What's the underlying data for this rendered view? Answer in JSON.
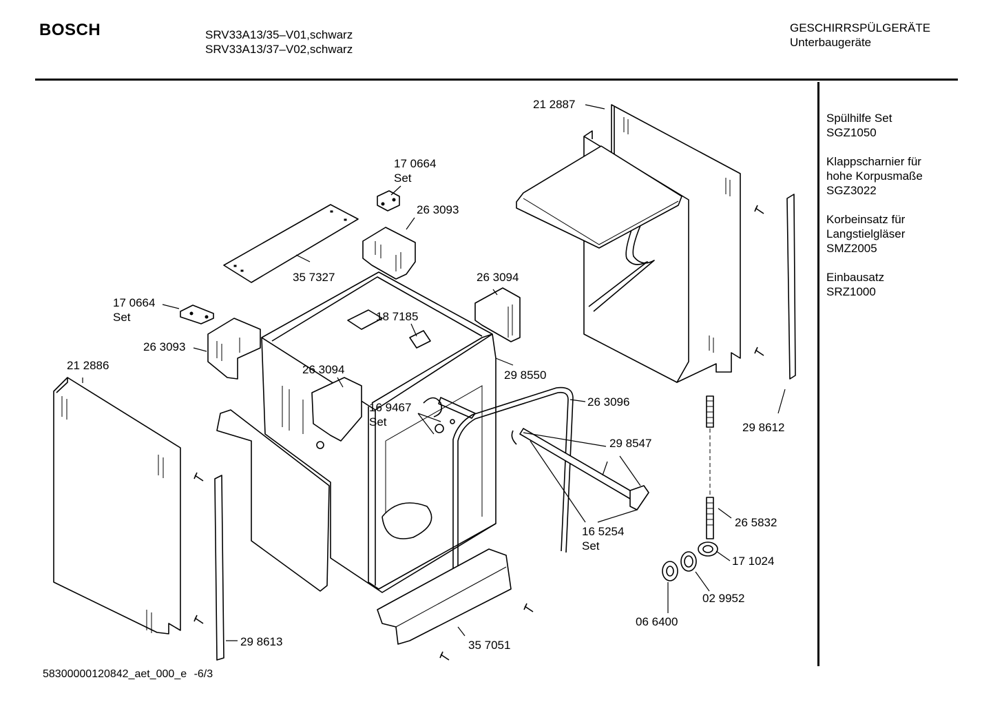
{
  "header": {
    "brand": "BOSCH",
    "models": [
      "SRV33A13/35–V01,schwarz",
      "SRV33A13/37–V02,schwarz"
    ],
    "category": [
      "GESCHIRRSPÜLGERÄTE",
      "Unterbaugeräte"
    ]
  },
  "accessories": [
    [
      "Spülhilfe Set",
      "SGZ1050"
    ],
    [
      "Klappscharnier für",
      "hohe Korpusmaße",
      "SGZ3022"
    ],
    [
      "Korbeinsatz für",
      "Langstielgläser",
      "SMZ2005"
    ],
    [
      "Einbausatz",
      "SRZ1000"
    ]
  ],
  "parts": {
    "p212887": "21 2887",
    "p170664_top": "17 0664",
    "p170664_top_set": "Set",
    "p263093_top": "26 3093",
    "p357327": "35 7327",
    "p263094_right": "26 3094",
    "p170664_left": "17 0664",
    "p170664_left_set": "Set",
    "p187185": "18 7185",
    "p263093_left": "26 3093",
    "p212886": "21 2886",
    "p263094_center": "26 3094",
    "p298550": "29 8550",
    "p169467": "16 9467",
    "p169467_set": "Set",
    "p263096": "26 3096",
    "p298547": "29 8547",
    "p298612": "29 8612",
    "p265832": "26 5832",
    "p165254": "16 5254",
    "p165254_set": "Set",
    "p171024": "17 1024",
    "p029952": "02 9952",
    "p066400": "06 6400",
    "p357051": "35 7051",
    "p298613": "29 8613"
  },
  "footer": {
    "doc_id": "58300000120842_aet_000_e",
    "page": "-6/3"
  }
}
